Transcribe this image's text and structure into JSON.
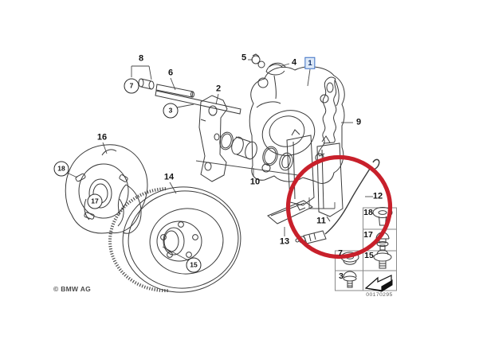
{
  "diagram": {
    "copyright": "© BMW AG",
    "image_code": "00170295"
  },
  "labels": {
    "1": "1",
    "2": "2",
    "3": "3",
    "4": "4",
    "5": "5",
    "6": "6",
    "7": "7",
    "8": "8",
    "9": "9",
    "10": "10",
    "11": "11",
    "12": "12",
    "13": "13",
    "14": "14",
    "15": "15",
    "16": "16",
    "17": "17",
    "18": "18"
  },
  "colors": {
    "highlight_circle": "#c8202b",
    "selected_callout_border": "#3b6fc4",
    "selected_callout_bg": "#dde9f7",
    "line_art": "#3a3a3a"
  }
}
